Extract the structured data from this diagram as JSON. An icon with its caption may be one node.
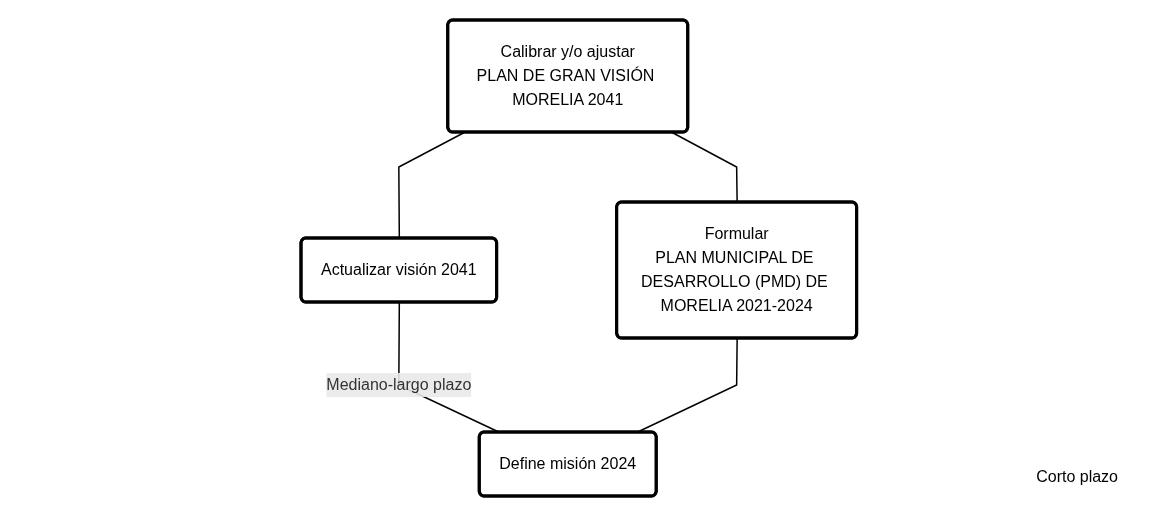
{
  "diagram": {
    "nodes": [
      {
        "text": [
          "Calibrar y/o ajustar",
          "PLAN DE GRAN VISIÓN MORELIA 2041"
        ]
      },
      {
        "text": [
          "Actualizar visión 2041"
        ]
      },
      {
        "text": [
          "Formular",
          "PLAN MUNICIPAL DE DESARROLLO (PMD) DE MORELIA 2021-2024"
        ]
      },
      {
        "text": [
          "Define misión 2024"
        ]
      }
    ],
    "labels": [
      "Corto plazo"
    ],
    "edges": [
      {
        "from": 0,
        "to": 1,
        "arrow": "none"
      },
      {
        "from": 1,
        "to": 3,
        "arrow": "none",
        "label": "Mediano-largo plazo"
      },
      {
        "from": 0,
        "to": 2,
        "arrow": "none"
      },
      {
        "from": 2,
        "to": 3,
        "arrow": "none"
      }
    ]
  }
}
